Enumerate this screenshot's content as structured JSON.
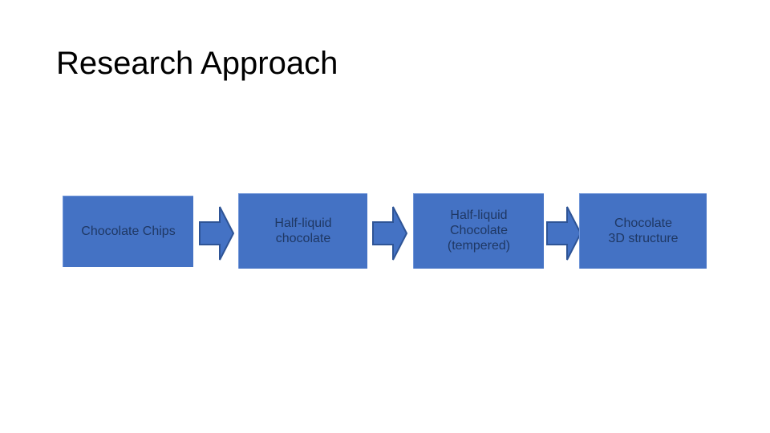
{
  "slide": {
    "title": "Research Approach",
    "background_color": "#FFFFFF",
    "title_color": "#000000"
  },
  "theme": {
    "box_fill": "#4472C4",
    "box_highlight_edge": "#6F95D8",
    "box_text_color": "#1F3864",
    "arrow_fill": "#4472C4",
    "arrow_stroke": "#2E5496"
  },
  "flow": {
    "boxes": [
      {
        "id": "chocolate-chips",
        "label": "Chocolate Chips"
      },
      {
        "id": "half-liquid-chocolate",
        "label": "Half-liquid\nchocolate"
      },
      {
        "id": "half-liquid-tempered",
        "label": "Half-liquid\nChocolate\n(tempered)"
      },
      {
        "id": "chocolate-3d",
        "label": "Chocolate\n3D structure"
      }
    ],
    "arrows": [
      {
        "id": "arrow-1",
        "direction": "right"
      },
      {
        "id": "arrow-2",
        "direction": "right"
      },
      {
        "id": "arrow-3",
        "direction": "right"
      }
    ]
  }
}
